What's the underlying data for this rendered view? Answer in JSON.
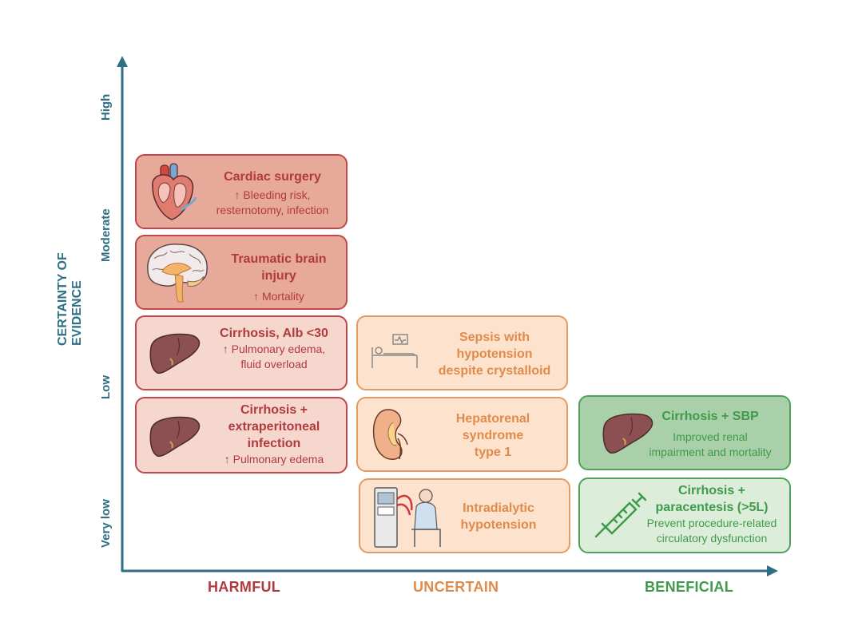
{
  "y_axis": {
    "title_line1": "CERTAINTY OF",
    "title_line2": "EVIDENCE",
    "levels": [
      "High",
      "Moderate",
      "Low",
      "Very low"
    ]
  },
  "x_axis": {
    "categories": [
      "HARMFUL",
      "UNCERTAIN",
      "BENEFICIAL"
    ]
  },
  "colors": {
    "axis": "#2f6f86",
    "harmful": "#b03a3e",
    "uncertain": "#e08a4b",
    "beneficial": "#3f9a4c"
  },
  "cards": {
    "cardiac": {
      "title": "Cardiac surgery",
      "sub1": "↑ Bleeding risk,",
      "sub2": "resternotomy, infection",
      "icon": "heart-icon"
    },
    "tbi": {
      "title1": "Traumatic brain",
      "title2": "injury",
      "sub1": "↑ Mortality",
      "icon": "brain-icon"
    },
    "cirrhosis_alb": {
      "title": "Cirrhosis, Alb <30",
      "sub1": "↑ Pulmonary edema,",
      "sub2": "fluid overload",
      "icon": "liver-icon"
    },
    "cirrhosis_extra": {
      "title1": "Cirrhosis +",
      "title2": "extraperitoneal",
      "title3": "infection",
      "sub1": "↑ Pulmonary edema",
      "icon": "liver-icon"
    },
    "sepsis": {
      "title1": "Sepsis with",
      "title2": "hypotension",
      "title3": "despite crystalloid",
      "icon": "hospital-bed-icon"
    },
    "hrs": {
      "title1": "Hepatorenal",
      "title2": "syndrome",
      "title3": "type 1",
      "icon": "kidney-icon"
    },
    "idh": {
      "title1": "Intradialytic",
      "title2": "hypotension",
      "icon": "dialysis-icon"
    },
    "sbp": {
      "title": "Cirrhosis + SBP",
      "sub1": "Improved renal",
      "sub2": "impairment and mortality",
      "icon": "liver-icon"
    },
    "paracentesis": {
      "title1": "Cirrhosis +",
      "title2": "paracentesis (>5L)",
      "sub1": "Prevent procedure-related",
      "sub2": "circulatory dysfunction",
      "icon": "syringe-icon"
    }
  }
}
